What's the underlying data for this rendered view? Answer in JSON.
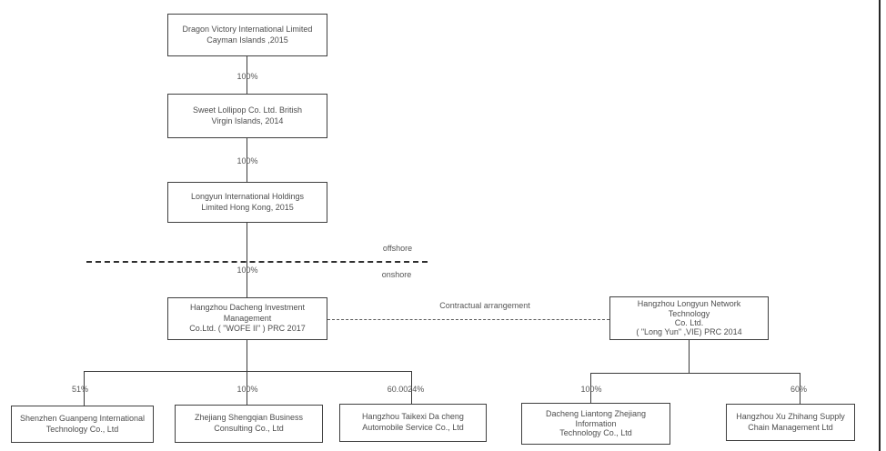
{
  "colors": {
    "line": "#3a3a3a",
    "border": "#3f3f3f",
    "text": "#4d4d4d",
    "background": "#ffffff"
  },
  "nodes": {
    "dragon_victory": {
      "label": "Dragon Victory International Limited\nCayman Islands ,2015"
    },
    "sweet_lollipop": {
      "label": "Sweet Lollipop Co. Ltd. British\nVirgin Islands, 2014"
    },
    "longyun_holdings": {
      "label": "Longyun International Holdings\nLimited Hong Kong, 2015"
    },
    "wofe": {
      "label": "Hangzhou Dacheng Investment\nManagement\nCo.Ltd. ( \"WOFE II\" ) PRC 2017"
    },
    "vie": {
      "label": "Hangzhou Longyun Network\nTechnology\nCo. Ltd.\n( \"Long Yun\" ,VIE) PRC 2014"
    },
    "shenzhen_guanpeng": {
      "label": "Shenzhen Guanpeng International\nTechnology Co., Ltd"
    },
    "zhejiang_shengqian": {
      "label": "Zhejiang Shengqian Business\nConsulting Co., Ltd"
    },
    "hangzhou_taikexi": {
      "label": "Hangzhou Taikexi Da cheng\nAutomobile Service Co., Ltd"
    },
    "dacheng_liantong": {
      "label": "Dacheng Liantong Zhejiang\nInformation\nTechnology Co., Ltd"
    },
    "hangzhou_xuzhihang": {
      "label": "Hangzhou Xu Zhihang Supply\nChain Management Ltd"
    }
  },
  "ownership": {
    "dragon_to_sweet": "100%",
    "sweet_to_longyun": "100%",
    "longyun_to_wofe": "100%",
    "wofe_to_shenzhen": "51%",
    "wofe_to_zhejiang": "100%",
    "wofe_to_taikexi": "60.0024%",
    "vie_to_dacheng": "100%",
    "vie_to_xuzhihang": "60%"
  },
  "labels": {
    "offshore": "offshore",
    "onshore": "onshore",
    "contractual_arrangement": "Contractual arrangement"
  }
}
